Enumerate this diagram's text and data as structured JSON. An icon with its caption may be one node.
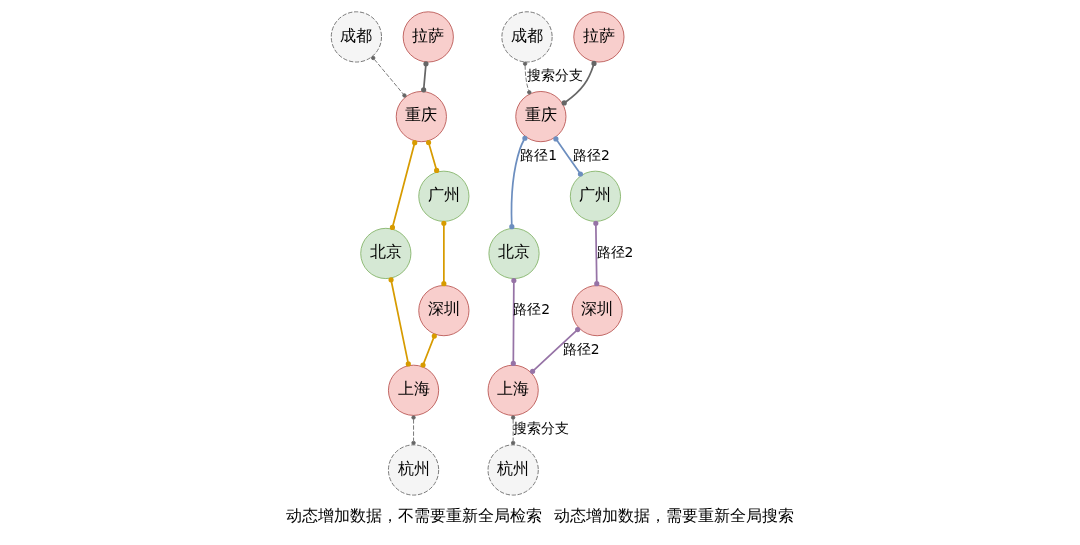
{
  "diagram": {
    "nodes": [
      {
        "text": [
          "北京"
        ]
      },
      {
        "text": [
          "成都"
        ]
      },
      {
        "text": [
          "拉萨"
        ]
      },
      {
        "text": [
          "重庆"
        ]
      },
      {
        "text": [
          "上海"
        ]
      },
      {
        "text": [
          "广州"
        ]
      },
      {
        "text": [
          "杭州"
        ]
      },
      {
        "text": [
          "深圳"
        ]
      },
      {
        "text": [
          "北京"
        ]
      },
      {
        "text": [
          "成都"
        ]
      },
      {
        "text": [
          "拉萨"
        ]
      },
      {
        "text": [
          "重庆"
        ]
      },
      {
        "text": [
          "上海"
        ]
      },
      {
        "text": [
          "广州"
        ]
      },
      {
        "text": [
          "杭州"
        ]
      },
      {
        "text": [
          "深圳"
        ]
      }
    ],
    "edges": [
      {
        "from": 2,
        "to": 3,
        "arrow": "other",
        "color": "#666666"
      },
      {
        "from": 1,
        "to": 3,
        "arrow": "other",
        "style": "dashed",
        "color": "#666666"
      },
      {
        "from": 3,
        "to": 0,
        "arrow": "other",
        "color": "#d79b00"
      },
      {
        "from": 0,
        "to": 4,
        "arrow": "other",
        "color": "#d79b00"
      },
      {
        "from": 3,
        "to": 5,
        "arrow": "other",
        "color": "#d79b00"
      },
      {
        "from": 5,
        "to": 7,
        "arrow": "other",
        "color": "#d79b00"
      },
      {
        "from": 7,
        "to": 4,
        "arrow": "other",
        "color": "#d79b00"
      },
      {
        "from": 4,
        "to": 6,
        "arrow": "other",
        "style": "dashed",
        "color": "#666666"
      },
      {
        "from": 10,
        "to": 11,
        "arrow": "other",
        "color": "#666666"
      },
      {
        "from": 9,
        "to": 11,
        "arrow": "other",
        "label": "搜索分支",
        "style": "dashed",
        "color": "#666666"
      },
      {
        "from": 11,
        "to": 8,
        "arrow": "other",
        "label": "路径1",
        "color": "#6c8ebf"
      },
      {
        "from": 8,
        "to": 12,
        "arrow": "other",
        "label": "路径2",
        "color": "#9673a6"
      },
      {
        "from": 11,
        "to": 13,
        "arrow": "other",
        "label": "路径2",
        "color": "#6c8ebf"
      },
      {
        "from": 13,
        "to": 15,
        "arrow": "other",
        "label": "路径2",
        "color": "#9673a6"
      },
      {
        "from": 15,
        "to": 12,
        "arrow": "other",
        "label": "路径2",
        "color": "#9673a6"
      },
      {
        "from": 12,
        "to": 14,
        "arrow": "other",
        "label": "搜索分支",
        "style": "dashed",
        "color": "#666666"
      }
    ],
    "labels": [
      "动态增加数据，不需要重新全局检索",
      "动态增加数据，需要重新全局搜索"
    ]
  }
}
